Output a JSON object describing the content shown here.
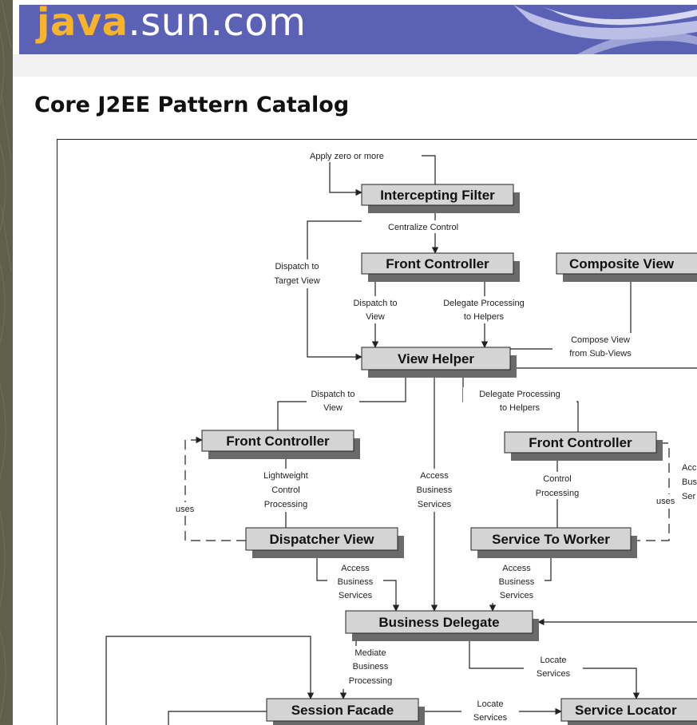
{
  "site": {
    "logo_brand": "java",
    "logo_rest": ".sun.com"
  },
  "page": {
    "title": "Core J2EE Pattern Catalog"
  },
  "diagram": {
    "patterns": {
      "intercepting_filter": "Intercepting Filter",
      "front_controller_top": "Front Controller",
      "composite_view": "Composite View",
      "view_helper": "View Helper",
      "front_controller_left": "Front Controller",
      "front_controller_right": "Front Controller",
      "dispatcher_view": "Dispatcher View",
      "service_to_worker": "Service To Worker",
      "business_delegate": "Business Delegate",
      "session_facade": "Session Facade",
      "service_locator": "Service Locator"
    },
    "labels": {
      "apply_zero_or_more": "Apply zero or more",
      "centralize_control": "Centralize Control",
      "dispatch_target_1": "Dispatch to",
      "dispatch_target_2": "Target View",
      "dispatch_view_1": "Dispatch to",
      "dispatch_view_2": "View",
      "delegate_helpers_1": "Delegate Processing",
      "delegate_helpers_2": "to Helpers",
      "compose_view_1": "Compose View",
      "compose_view_2": "from Sub-Views",
      "dispatch_view_b1": "Dispatch to",
      "dispatch_view_b2": "View",
      "delegate_helpers_b1": "Delegate Processing",
      "delegate_helpers_b2": "to Helpers",
      "lightweight_1": "Lightweight",
      "lightweight_2": "Control",
      "lightweight_3": "Processing",
      "uses_left": "uses",
      "access_mid_1": "Access",
      "access_mid_2": "Business",
      "access_mid_3": "Services",
      "control_proc_1": "Control",
      "control_proc_2": "Processing",
      "uses_right": "uses",
      "access_dv_1": "Access",
      "access_dv_2": "Business",
      "access_dv_3": "Services",
      "access_stw_1": "Access",
      "access_stw_2": "Business",
      "access_stw_3": "Services",
      "access_right_1": "Acc",
      "access_right_2": "Bus",
      "access_right_3": "Ser",
      "mediate_1": "Mediate",
      "mediate_2": "Business",
      "mediate_3": "Processing",
      "locate_bd_1": "Locate",
      "locate_bd_2": "Services",
      "locate_sf_1": "Locate",
      "locate_sf_2": "Services"
    }
  }
}
